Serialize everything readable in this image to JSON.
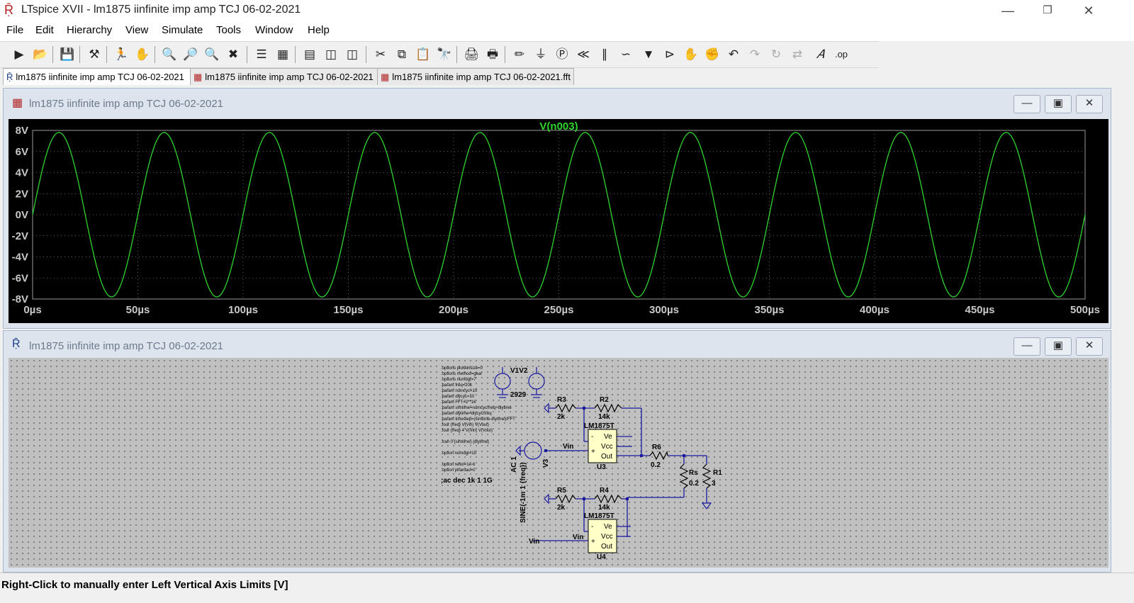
{
  "window": {
    "title": "LTspice XVII - lm1875 iinfinite imp amp TCJ 06-02-2021",
    "minimize_glyph": "—",
    "restore_glyph": "❐",
    "close_glyph": "✕"
  },
  "menu": [
    "File",
    "Edit",
    "Hierarchy",
    "View",
    "Simulate",
    "Tools",
    "Window",
    "Help"
  ],
  "tabs": [
    {
      "label": "lm1875 iinfinite imp amp TCJ 06-02-2021",
      "icon": "schematic-icon"
    },
    {
      "label": "lm1875 iinfinite imp amp TCJ 06-02-2021",
      "icon": "waveform-icon"
    },
    {
      "label": "lm1875 iinfinite imp amp TCJ 06-02-2021.fft",
      "icon": "fft-icon"
    }
  ],
  "plot_window": {
    "title": "lm1875 iinfinite imp amp TCJ 06-02-2021",
    "trace_label": "V(n003)",
    "trace_color": "#2fd32f",
    "bg_color": "#000000"
  },
  "schematic_window": {
    "title": "lm1875 iinfinite imp amp TCJ 06-02-2021"
  },
  "chart_data": {
    "type": "line",
    "title": "V(n003)",
    "xlabel": "",
    "ylabel": "",
    "x_ticks": [
      "0µs",
      "50µs",
      "100µs",
      "150µs",
      "200µs",
      "250µs",
      "300µs",
      "350µs",
      "400µs",
      "450µs",
      "500µs"
    ],
    "y_ticks": [
      "8V",
      "6V",
      "4V",
      "2V",
      "0V",
      "-2V",
      "-4V",
      "-6V",
      "-8V"
    ],
    "xlim": [
      0,
      500
    ],
    "ylim": [
      -8,
      8
    ],
    "grid": true,
    "series": [
      {
        "name": "V(n003)",
        "color": "#2fd32f",
        "waveform": "sine",
        "amplitude": 7.8,
        "frequency_khz": 20,
        "phase_deg": 0
      }
    ]
  },
  "schematic_text": {
    "directives": [
      ".options plotwinsize=0",
      ".options method=gear",
      ".options numdgt=7",
      ".param freq=20k",
      ".param numcyc=10",
      ".param dlycyc=10",
      ".param FFT=2**16",
      ".param simtime=numcyc/freq+dlytime",
      ".param dlytime=dlycyc/freq",
      ".param timestep=(simtime-dlytime)/FFT",
      ".four {freq} V(Vin) V(Vout)",
      ".four {freq} 4 V(Vin) V(Vout)",
      "",
      ".tran 0 {simtime} {dlytime}",
      "",
      ".option numdgt=15",
      "",
      ".option reltol=1e-6",
      ".option ptrantau=0",
      "",
      ";ac dec 1k 1 1G"
    ],
    "v1v2": "V1V2",
    "v1_value": "2929",
    "r3": "R3",
    "r3v": "2k",
    "r2": "R2",
    "r2v": "14k",
    "u3_model": "LM1875T",
    "u3": "U3",
    "r6": "R6",
    "r6v": "0.2",
    "rs": "Rs",
    "rsv": "0.2",
    "r1": "R1",
    "r1v": "3",
    "r5": "R5",
    "r5v": "2k",
    "r4": "R4",
    "r4v": "14k",
    "u4_model": "LM1875T",
    "u4": "U4",
    "vin": "Vin",
    "v3": "V3",
    "ac": "AC 1",
    "sine": "SINE(-1m 1 {freq})",
    "pin_minus": "-",
    "pin_plus": "+",
    "pin_ve": "Ve",
    "pin_vcc": "Vcc",
    "pin_out": "Out"
  },
  "status": "Right-Click to manually enter Left Vertical Axis Limits [V]"
}
